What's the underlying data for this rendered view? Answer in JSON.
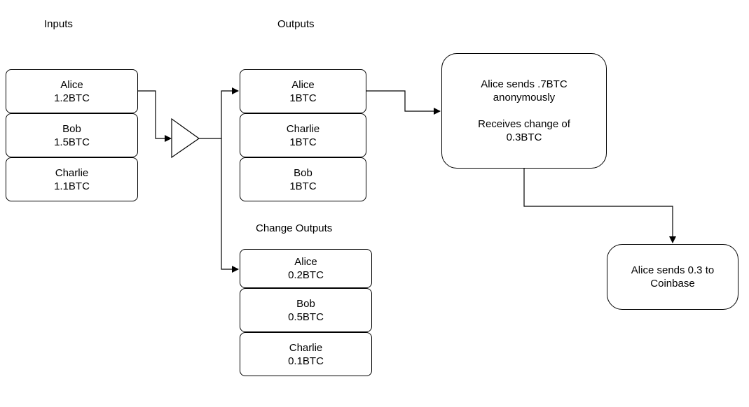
{
  "headings": {
    "inputs": "Inputs",
    "outputs": "Outputs",
    "change_outputs": "Change Outputs"
  },
  "inputs": [
    {
      "name": "Alice",
      "amount": "1.2BTC"
    },
    {
      "name": "Bob",
      "amount": "1.5BTC"
    },
    {
      "name": "Charlie",
      "amount": "1.1BTC"
    }
  ],
  "outputs": [
    {
      "name": "Alice",
      "amount": "1BTC"
    },
    {
      "name": "Charlie",
      "amount": "1BTC"
    },
    {
      "name": "Bob",
      "amount": "1BTC"
    }
  ],
  "change_outputs": [
    {
      "name": "Alice",
      "amount": "0.2BTC"
    },
    {
      "name": "Bob",
      "amount": "0.5BTC"
    },
    {
      "name": "Charlie",
      "amount": "0.1BTC"
    }
  ],
  "send_box": {
    "line1": "Alice sends .7BTC",
    "line2": "anonymously",
    "line3": "Receives change of",
    "line4": "0.3BTC"
  },
  "coinbase_box": {
    "line1": "Alice sends 0.3 to",
    "line2": "Coinbase"
  },
  "colors": {
    "stroke": "#000000",
    "background": "#ffffff"
  }
}
